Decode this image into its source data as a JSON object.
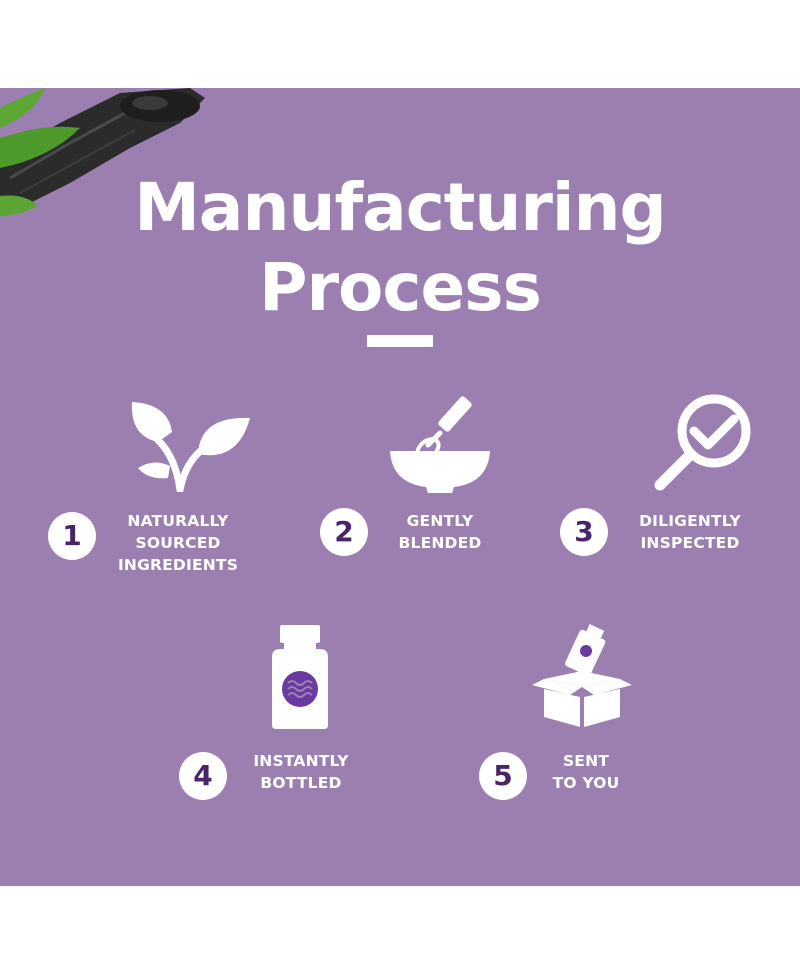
{
  "title": {
    "line1": "Manufacturing",
    "line2": "Process"
  },
  "colors": {
    "panel": "#9b7fb0",
    "white": "#ffffff",
    "number_text": "#4a2468",
    "accent_purple": "#6a3aa0"
  },
  "steps": [
    {
      "number": "1",
      "icon": "leaves-icon",
      "lines": [
        "NATURALLY",
        "SOURCED",
        "INGREDIENTS"
      ]
    },
    {
      "number": "2",
      "icon": "whisk-bowl-icon",
      "lines": [
        "GENTLY",
        "BLENDED"
      ]
    },
    {
      "number": "3",
      "icon": "magnifier-check-icon",
      "lines": [
        "DILIGENTLY",
        "INSPECTED"
      ]
    },
    {
      "number": "4",
      "icon": "bottle-icon",
      "lines": [
        "INSTANTLY",
        "BOTTLED"
      ]
    },
    {
      "number": "5",
      "icon": "box-delivery-icon",
      "lines": [
        "SENT",
        "TO YOU"
      ]
    }
  ]
}
